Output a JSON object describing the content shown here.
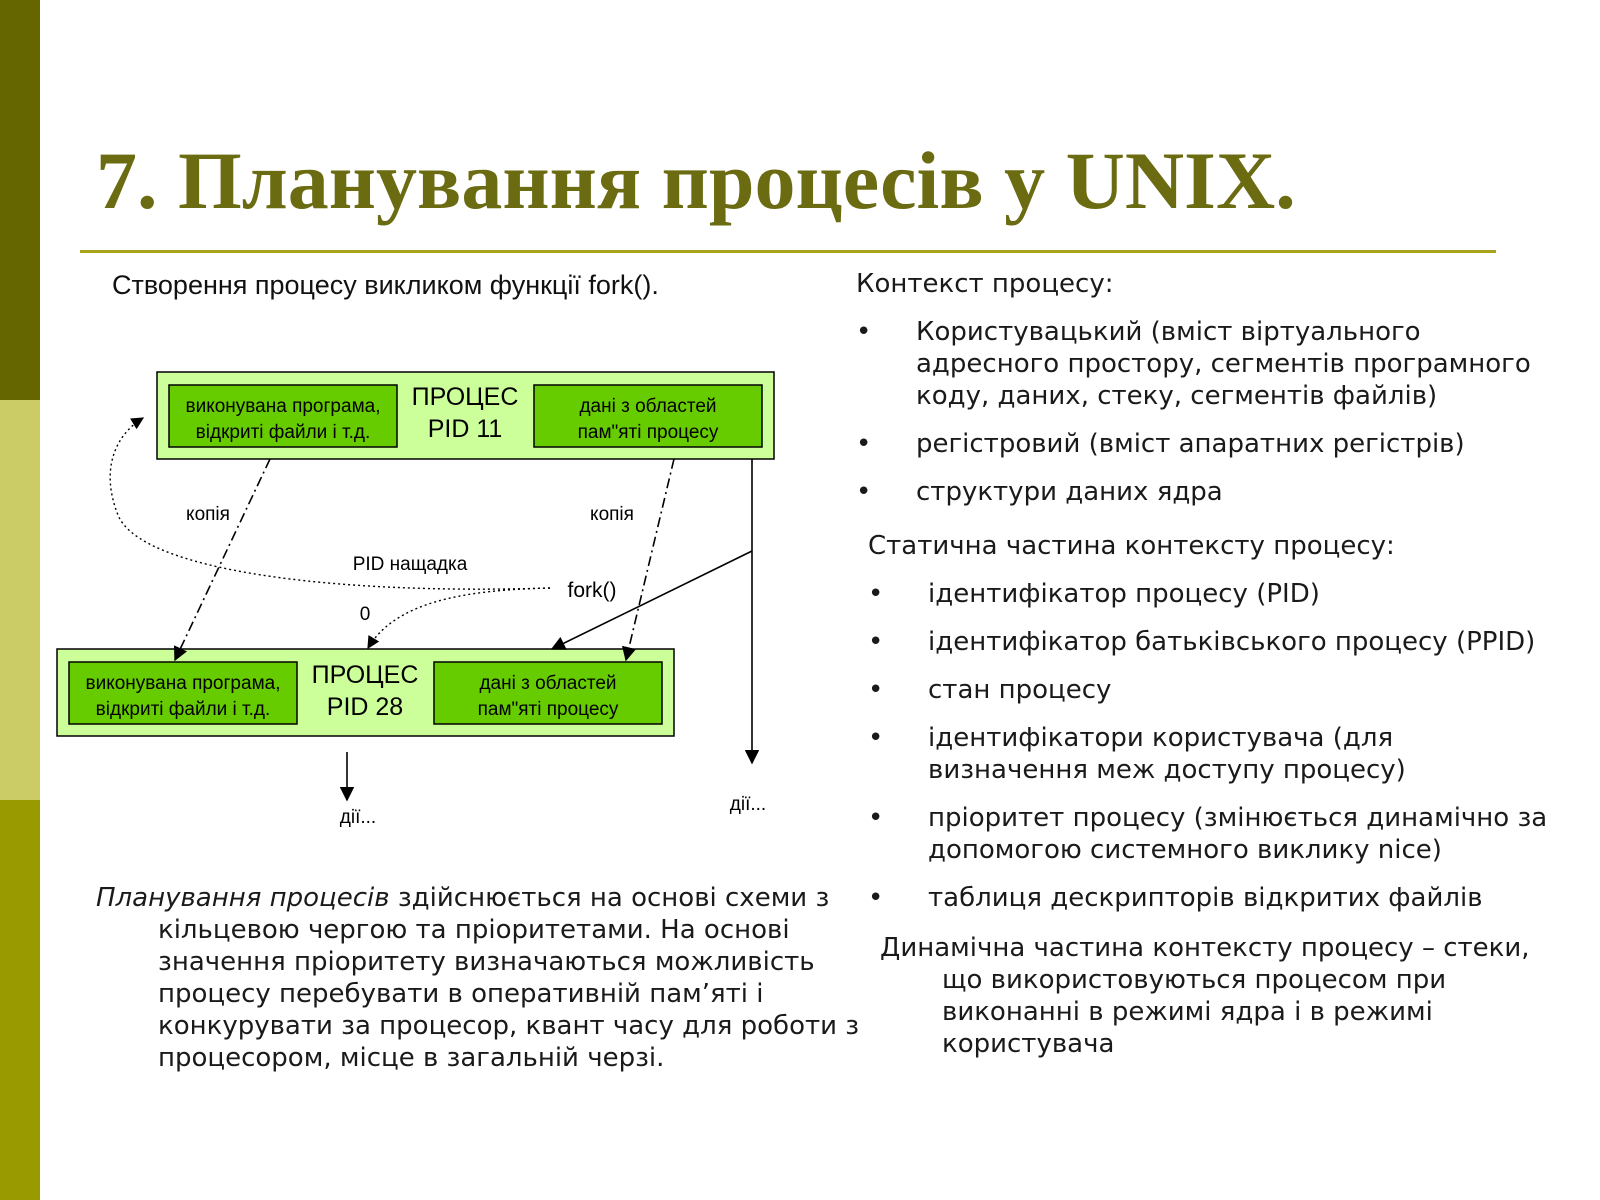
{
  "slide": {
    "title": "7. Планування процесів у UNIX.",
    "colors": {
      "accent": "#6b6b12",
      "rule": "#a8a31a",
      "box_fill": "#ccff99",
      "inner_fill": "#66cc00",
      "band_top": "#666600",
      "band_mid": "#cccc66",
      "band_bottom": "#999900"
    }
  },
  "left": {
    "caption": "Створення  процесу викликом  функції fork().",
    "diagram": {
      "parent": {
        "title_line1": "ПРОЦЕС",
        "title_line2": "PID 11",
        "left_box": [
          "виконувана програма,",
          "відкриті файли і т.д."
        ],
        "right_box": [
          "дані з областей",
          "пам\"яті процесу"
        ]
      },
      "child": {
        "title_line1": "ПРОЦЕС",
        "title_line2": "PID 28",
        "left_box": [
          "виконувана програма,",
          "відкриті файли і т.д."
        ],
        "right_box": [
          "дані з областей",
          "пам\"яті процесу"
        ]
      },
      "copy_left": "копія",
      "copy_right": "копія",
      "pid_child_label": "PID нащадка",
      "fork_label": "fork()",
      "zero_label": "0",
      "actions_child": "дії...",
      "actions_parent": "дії..."
    },
    "paragraph": {
      "italic_lead": "Планування процесів",
      "rest": " здійснюється на основі схеми з кільцевою чергою та пріоритетами. На основі значення пріоритету визначаються можливість процесу перебувати в оперативній пам’яті і конкурувати за процесор, квант часу для роботи з процесором, місце в загальній черзі."
    }
  },
  "right": {
    "context_heading": "Контекст процесу:",
    "context_items": [
      "Користувацький (вміст віртуального адресного простору, сегментів програмного коду, даних, стеку, сегментів файлів)",
      "регістровий (вміст апаратних регістрів)",
      "структури даних ядра"
    ],
    "static_heading": "Статична частина контексту процесу:",
    "static_items": [
      "ідентифікатор процесу (PID)",
      "ідентифікатор батьківського процесу (PPID)",
      "стан процесу",
      "ідентифікатори користувача (для визначення меж доступу процесу)",
      "пріоритет процесу (змінюється динамічно за допомогою системного виклику nice)",
      "таблиця дескрипторів відкритих файлів"
    ],
    "dynamic_text": "Динамічна частина контексту процесу – стеки, що використовуються процесом при виконанні в режимі ядра і в режимі користувача",
    "bullet_glyph": "•"
  }
}
